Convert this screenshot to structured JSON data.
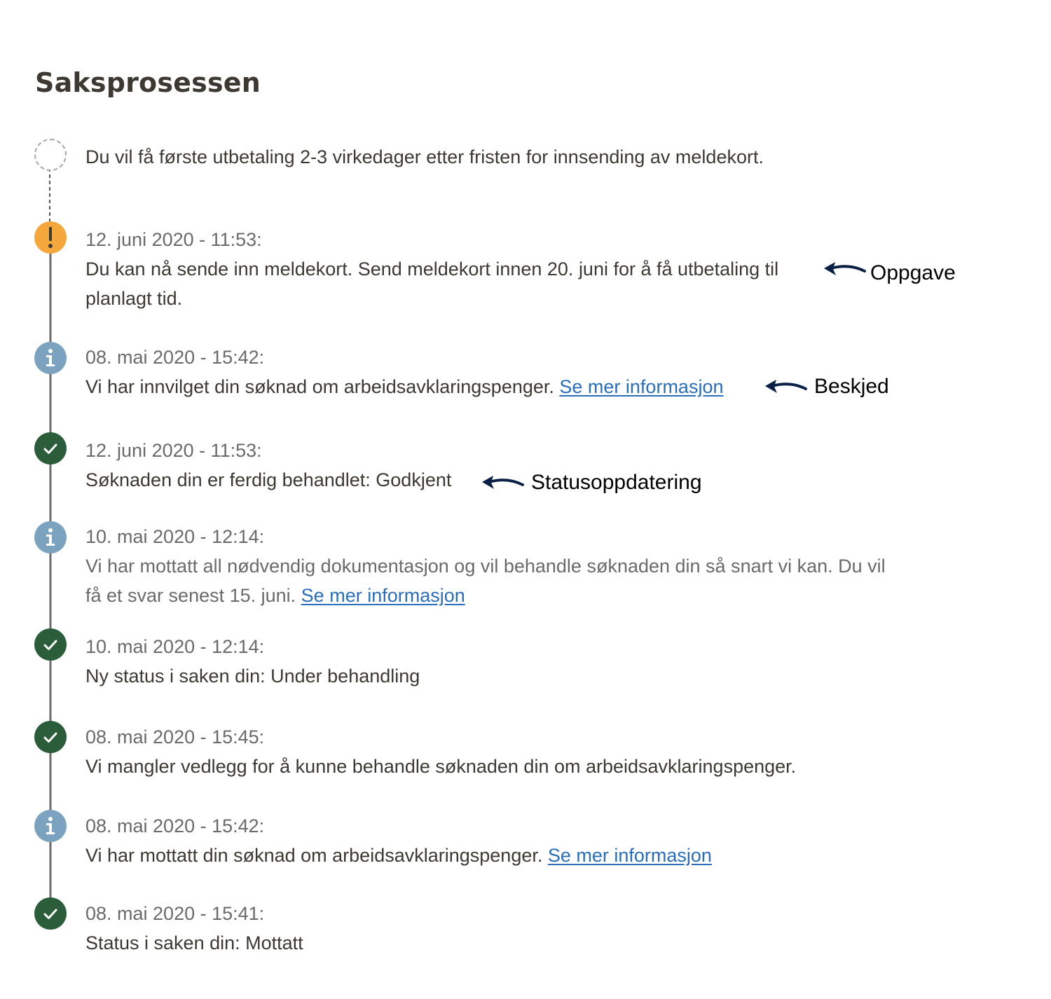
{
  "page_title": "Saksprosessen",
  "pending": {
    "icon": "dashed-circle-icon",
    "text": "Du vil få første utbetaling 2-3 virkedager etter fristen for innsending av meldekort."
  },
  "events": [
    {
      "type": "task",
      "icon": "exclamation-icon",
      "date": "12. juni 2020 - 11:53:",
      "text_line1": "Du kan nå sende inn meldekort. Send meldekort innen 20. juni for å få utbetaling til",
      "text_line2": "planlagt tid."
    },
    {
      "type": "info",
      "icon": "info-icon",
      "date": "08. mai 2020 - 15:42:",
      "text": "Vi har innvilget din søknad om arbeidsavklaringspenger. ",
      "link": "Se mer informasjon"
    },
    {
      "type": "check",
      "icon": "checkmark-icon",
      "date": "12. juni 2020 - 11:53:",
      "text": "Søknaden din er ferdig behandlet: Godkjent"
    },
    {
      "type": "info",
      "icon": "info-icon",
      "date": "10. mai 2020 - 12:14:",
      "text_line1": "Vi har mottatt all nødvendig dokumentasjon og vil behandle søknaden din så snart vi kan. Du vil",
      "text_line2": "få et svar senest 15. juni. ",
      "link": "Se mer informasjon"
    },
    {
      "type": "check",
      "icon": "checkmark-icon",
      "date": "10. mai 2020 - 12:14:",
      "text": "Ny status i saken din: Under behandling"
    },
    {
      "type": "check",
      "icon": "checkmark-icon",
      "date": "08. mai 2020 - 15:45:",
      "text": "Vi mangler vedlegg for å kunne behandle søknaden din om arbeidsavklaringspenger."
    },
    {
      "type": "info",
      "icon": "info-icon",
      "date": "08. mai 2020 - 15:42:",
      "text": "Vi har mottatt din søknad om arbeidsavklaringspenger. ",
      "link": "Se mer informasjon"
    },
    {
      "type": "check",
      "icon": "checkmark-icon",
      "date": "08. mai 2020 - 15:41:",
      "text": "Status i saken din: Mottatt"
    }
  ],
  "annotations": [
    {
      "label": "Oppgave",
      "icon": "arrow-left-icon"
    },
    {
      "label": "Beskjed",
      "icon": "arrow-left-icon"
    },
    {
      "label": "Statusoppdatering",
      "icon": "arrow-left-icon"
    }
  ],
  "colors": {
    "task": "#f4a73a",
    "info": "#7ba2be",
    "check": "#2b5d3a",
    "link": "#2a6ebb",
    "arrow": "#0b2046"
  }
}
